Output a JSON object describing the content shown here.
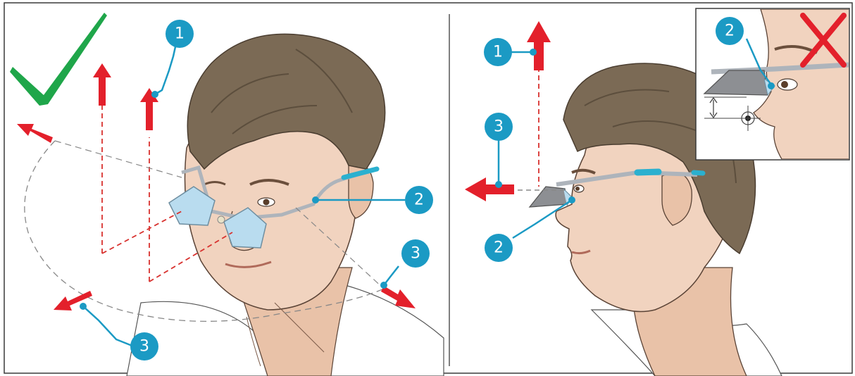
{
  "colors": {
    "callout": "#1b9ac4",
    "arrow": "#e3202b",
    "check": "#1fa64a",
    "cross": "#e3202b",
    "hair": "#7b6a55",
    "skin": "#f1d3bf",
    "prism_glass": "#b9dcef",
    "temple_tip": "#2bb0cf",
    "frame": "#aeb4bb",
    "outline": "#3a3a3a"
  },
  "left_panel": {
    "status_icon": "checkmark-icon",
    "callouts": [
      "1",
      "2",
      "3",
      "3"
    ]
  },
  "right_panel": {
    "callouts": [
      "1",
      "3",
      "2"
    ]
  },
  "inset": {
    "status_icon": "cross-icon",
    "callouts": [
      "2"
    ]
  }
}
